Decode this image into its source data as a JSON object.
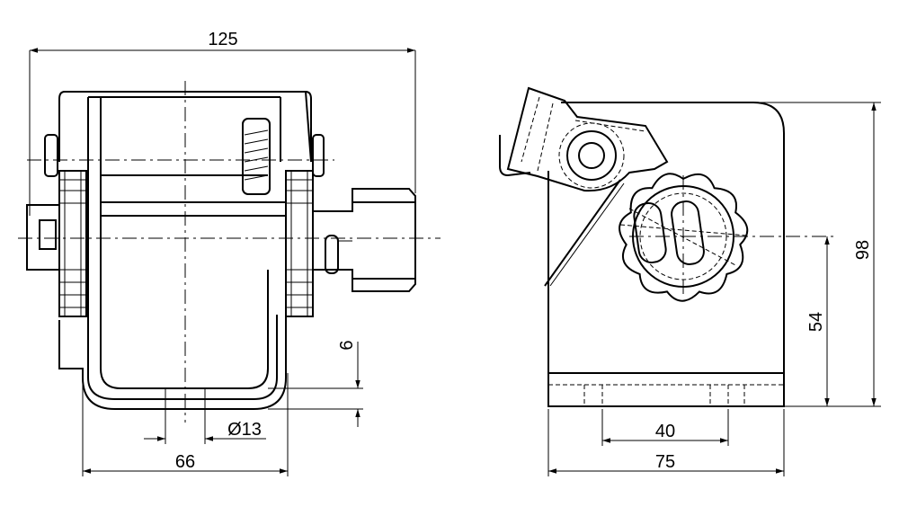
{
  "dimensions": {
    "front_width": "125",
    "front_bracket_width": "66",
    "front_hole_diameter": "Ø13",
    "front_plate_thickness": "6",
    "side_width": "75",
    "side_hole_spacing": "40",
    "side_height": "98",
    "side_axis_height": "54"
  }
}
